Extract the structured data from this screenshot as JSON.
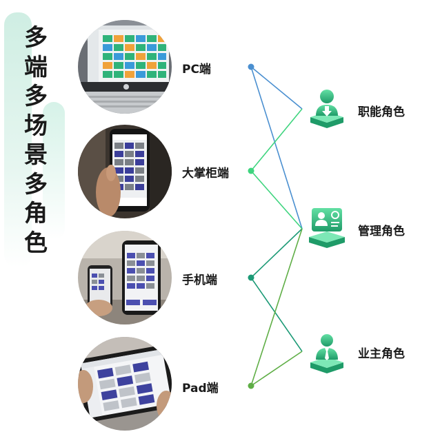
{
  "title_chars": [
    "多",
    "端",
    "多",
    "场",
    "景",
    "多",
    "角",
    "色"
  ],
  "sources": [
    {
      "label": "PC端",
      "dot_color": "#4a8fd0"
    },
    {
      "label": "大掌柜端",
      "dot_color": "#3ed47e"
    },
    {
      "label": "手机端",
      "dot_color": "#1c9a76"
    },
    {
      "label": "Pad端",
      "dot_color": "#5fae46"
    }
  ],
  "roles": [
    {
      "label": "职能角色",
      "icon": "person-download-icon"
    },
    {
      "label": "管理角色",
      "icon": "person-dashboard-icon"
    },
    {
      "label": "业主角色",
      "icon": "person-tie-icon"
    }
  ],
  "colors": {
    "brand_green": "#2fb37a",
    "line_blue": "#4a8fd0",
    "line_green": "#3ed47e",
    "line_teal": "#1c9a76",
    "line_olive": "#5fae46"
  }
}
